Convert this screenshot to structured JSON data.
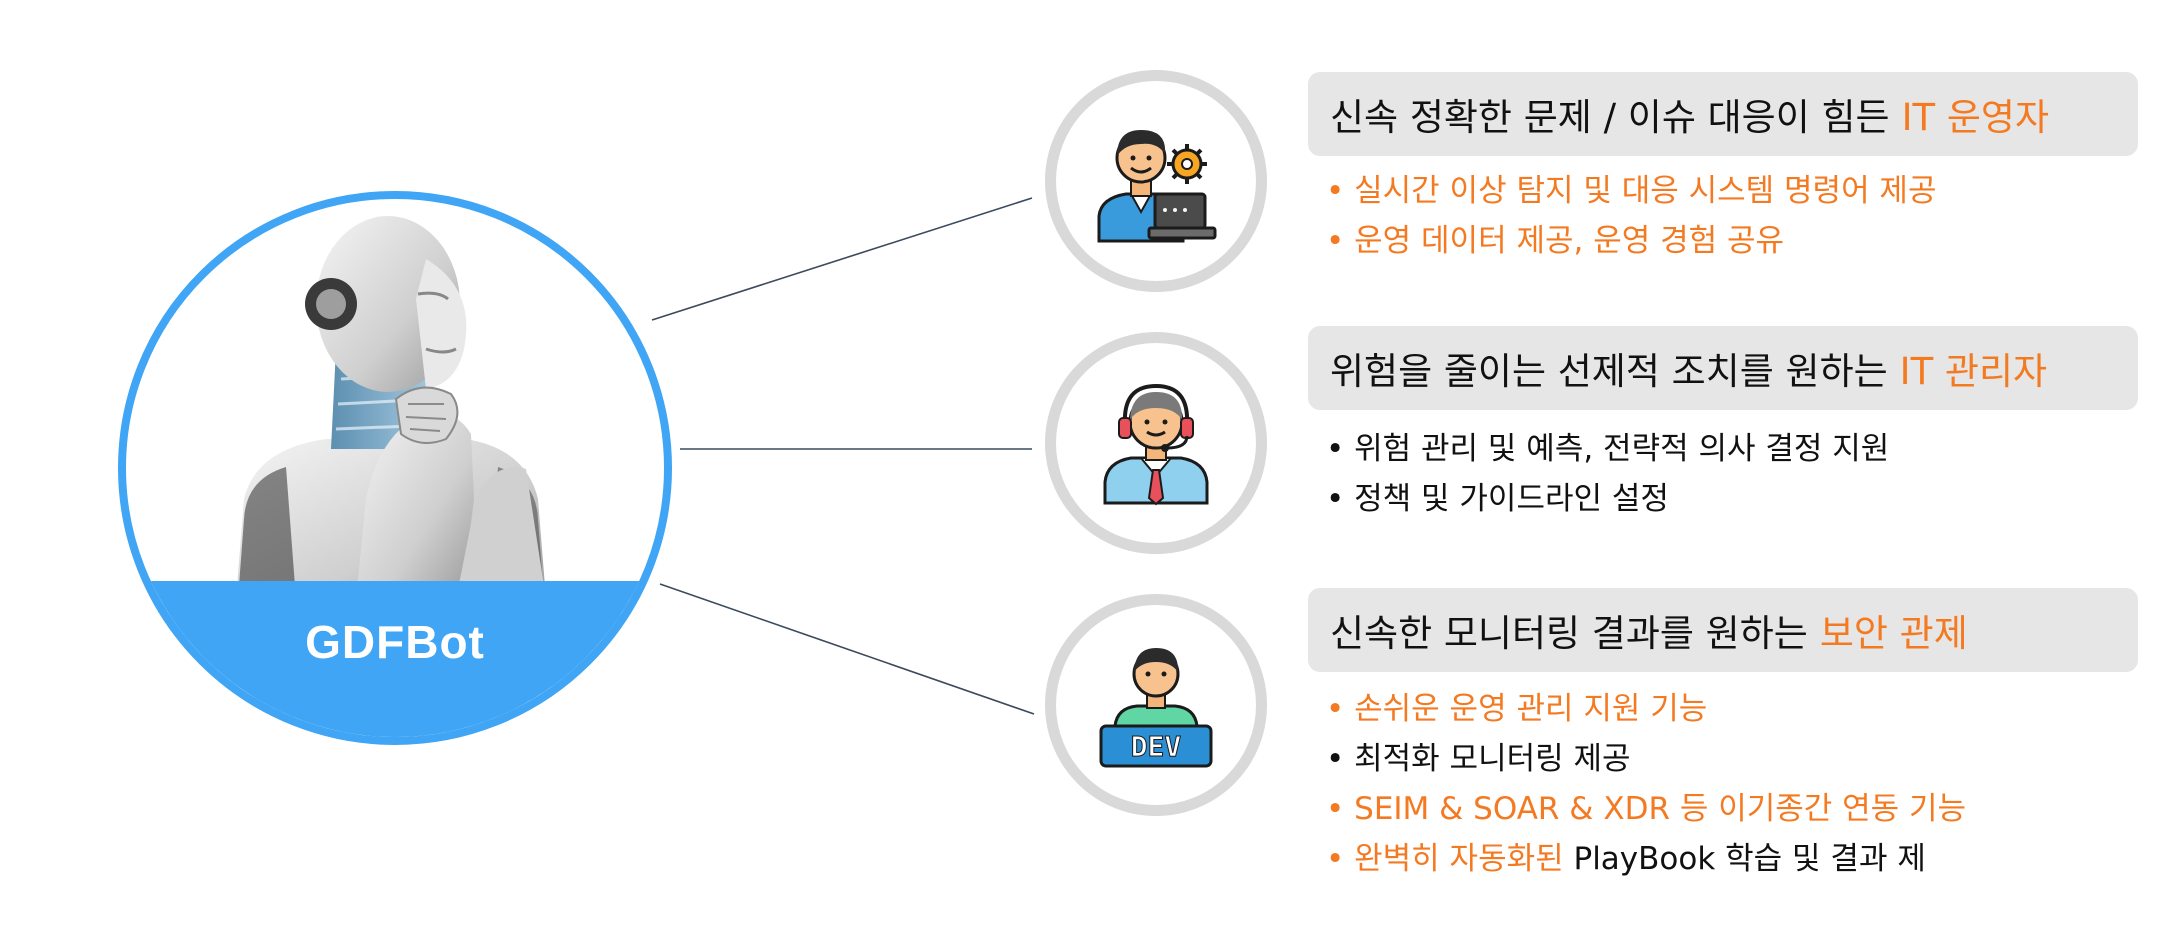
{
  "bot": {
    "name": "GDFBot"
  },
  "personas": [
    {
      "icon": "operator-laptop-gear-icon",
      "title": "신속 정확한 문제 / 이슈 대응이 힘든",
      "title_accent": "IT 운영자",
      "bullets": [
        {
          "color": "orange",
          "parts": [
            "실시간 이상 탐지 및 대응 시스템 명령어 제공"
          ]
        },
        {
          "color": "orange",
          "parts": [
            "운영 데이터 제공, 운영 경험 공유"
          ]
        }
      ]
    },
    {
      "icon": "manager-headset-icon",
      "title": "위험을 줄이는 선제적 조치를 원하는",
      "title_accent": "IT 관리자",
      "bullets": [
        {
          "color": "black",
          "parts": [
            "위험 관리 및 예측, 전략적 의사 결정 지원"
          ]
        },
        {
          "color": "black",
          "parts": [
            "정책 및 가이드라인 설정"
          ]
        }
      ]
    },
    {
      "icon": "developer-dev-sign-icon",
      "icon_text": "DEV",
      "title": "신속한 모니터링 결과를 원하는",
      "title_accent": "보안 관제",
      "bullets": [
        {
          "color": "orange",
          "parts": [
            "손쉬운 운영 관리 지원 기능"
          ]
        },
        {
          "color": "black",
          "parts": [
            "최적화 모니터링 제공"
          ]
        },
        {
          "color": "orange",
          "parts": [
            "SEIM & SOAR & XDR 등 이기종간 연동 기능"
          ]
        },
        {
          "color": "mixed",
          "parts": [
            "완벽히 자동화된",
            "PlayBook 학습 및 결과 제"
          ]
        }
      ]
    }
  ],
  "colors": {
    "accent": "#f47a22",
    "bot_blue": "#3fa5f4",
    "ring_gray": "#d9d9d9",
    "box_gray": "#e6e6e6"
  }
}
